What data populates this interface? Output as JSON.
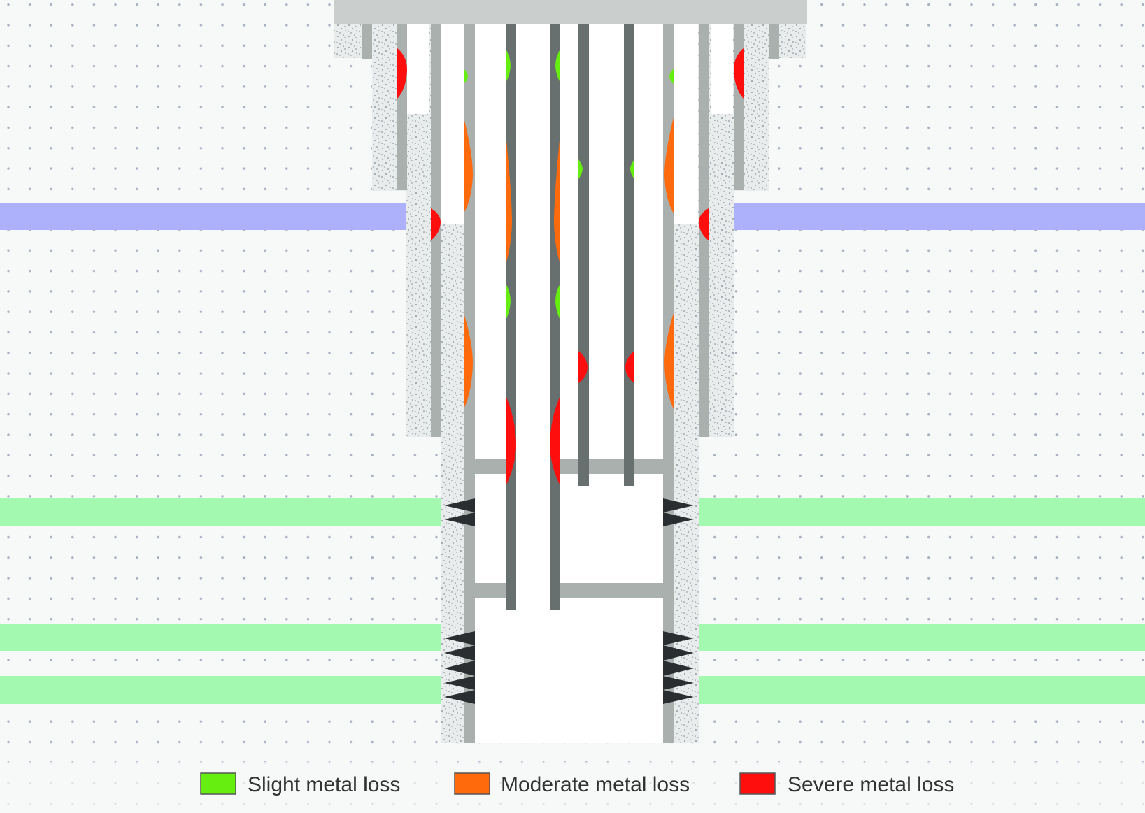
{
  "legend": [
    {
      "key": "slight",
      "label": "Slight metal loss",
      "color": "#66ee11"
    },
    {
      "key": "moderate",
      "label": "Moderate metal loss",
      "color": "#ff6a0d"
    },
    {
      "key": "severe",
      "label": "Severe metal loss",
      "color": "#ff0e0e"
    }
  ],
  "palette": {
    "formation_background": "#f7f8f8",
    "formation_dots": "#a8b0c4",
    "surface_plate": "#cacfcd",
    "cement": "#e8ecec",
    "cement_speckle": "#7a8088",
    "casing_steel": "#a9b0ae",
    "tubing_steel": "#676f6f",
    "water_zone": "#adb0fb",
    "producing_zone": "#a3f9b0",
    "perforation": "#2a2e30",
    "wellbore_fluid": "#ffffff"
  },
  "icons": {
    "perforation": "perforation-triangle-icon",
    "legend_swatch": "square-swatch-icon"
  }
}
